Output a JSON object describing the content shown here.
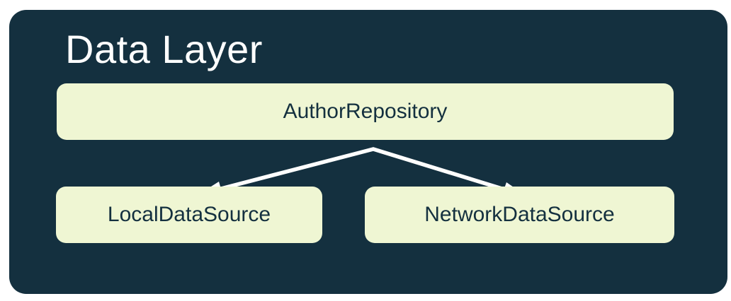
{
  "title": "Data Layer",
  "nodes": {
    "repository": {
      "label": "AuthorRepository"
    },
    "local": {
      "label": "LocalDataSource"
    },
    "network": {
      "label": "NetworkDataSource"
    }
  },
  "edges": [
    {
      "from": "AuthorRepository",
      "to": "LocalDataSource"
    },
    {
      "from": "AuthorRepository",
      "to": "NetworkDataSource"
    }
  ],
  "colors": {
    "page_background": "#ffffff",
    "container": "#14303f",
    "node_fill": "#eff6d3",
    "node_text": "#14303f",
    "title_text": "#ffffff",
    "arrow": "#ffffff"
  }
}
